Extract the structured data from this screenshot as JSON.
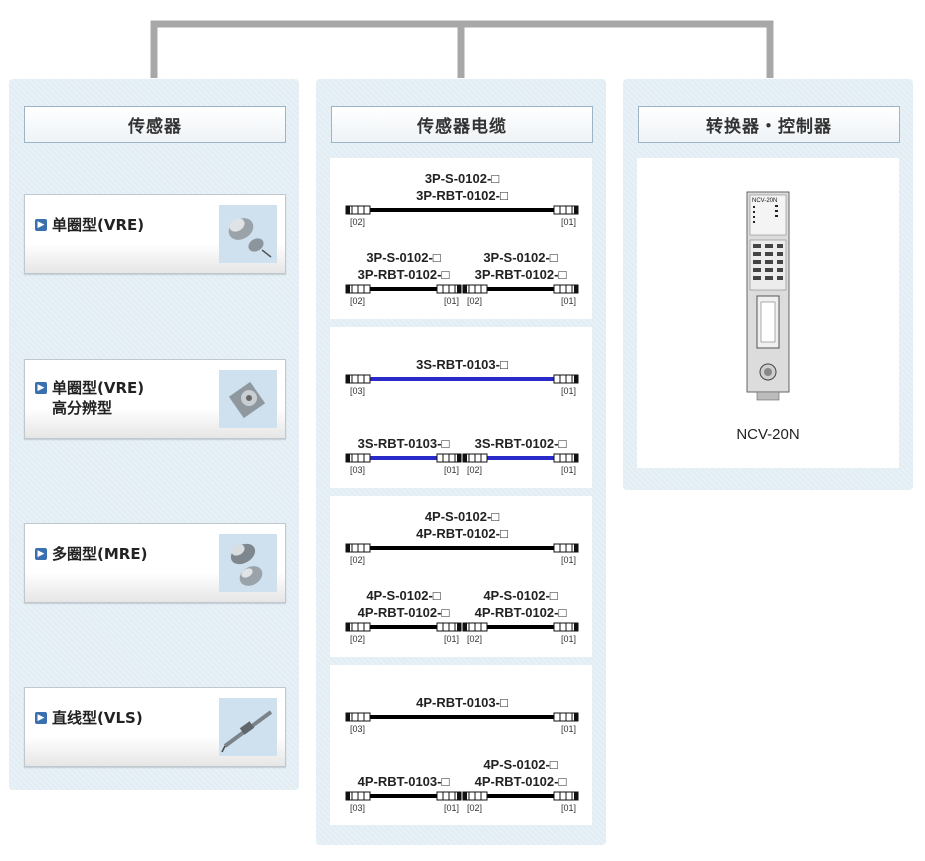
{
  "columns": {
    "sensors": {
      "title": "传感器",
      "items": [
        {
          "label_lines": [
            "单圈型(VRE)"
          ]
        },
        {
          "label_lines": [
            "单圈型(VRE)",
            "高分辨型"
          ]
        },
        {
          "label_lines": [
            "多圈型(MRE)"
          ]
        },
        {
          "label_lines": [
            "直线型(VLS)"
          ]
        }
      ]
    },
    "cables": {
      "title": "传感器电缆",
      "groups": [
        {
          "cable_color": "#000000",
          "single": {
            "labels": [
              "3P-S-0102-□",
              "3P-RBT-0102-□"
            ],
            "left_tag": "[02]",
            "right_tag": "[01]"
          },
          "pair": [
            {
              "labels": [
                "3P-S-0102-□",
                "3P-RBT-0102-□"
              ],
              "left_tag": "[02]",
              "right_tag": "[01]"
            },
            {
              "labels": [
                "3P-S-0102-□",
                "3P-RBT-0102-□"
              ],
              "left_tag": "[02]",
              "right_tag": "[01]"
            }
          ]
        },
        {
          "cable_color": "#2a2ac8",
          "single": {
            "labels": [
              "3S-RBT-0103-□"
            ],
            "left_tag": "[03]",
            "right_tag": "[01]"
          },
          "pair": [
            {
              "labels": [
                "3S-RBT-0103-□"
              ],
              "left_tag": "[03]",
              "right_tag": "[01]"
            },
            {
              "labels": [
                "3S-RBT-0102-□"
              ],
              "left_tag": "[02]",
              "right_tag": "[01]"
            }
          ]
        },
        {
          "cable_color": "#000000",
          "single": {
            "labels": [
              "4P-S-0102-□",
              "4P-RBT-0102-□"
            ],
            "left_tag": "[02]",
            "right_tag": "[01]"
          },
          "pair": [
            {
              "labels": [
                "4P-S-0102-□",
                "4P-RBT-0102-□"
              ],
              "left_tag": "[02]",
              "right_tag": "[01]"
            },
            {
              "labels": [
                "4P-S-0102-□",
                "4P-RBT-0102-□"
              ],
              "left_tag": "[02]",
              "right_tag": "[01]"
            }
          ]
        },
        {
          "cable_color": "#000000",
          "single": {
            "labels": [
              "4P-RBT-0103-□"
            ],
            "left_tag": "[03]",
            "right_tag": "[01]"
          },
          "pair": [
            {
              "labels": [
                "4P-RBT-0103-□"
              ],
              "left_tag": "[03]",
              "right_tag": "[01]"
            },
            {
              "labels": [
                "4P-S-0102-□",
                "4P-RBT-0102-□"
              ],
              "left_tag": "[02]",
              "right_tag": "[01]"
            }
          ]
        }
      ]
    },
    "controllers": {
      "title": "转换器・控制器",
      "device_label": "NCV-20N",
      "device_panel_text": "NCV-20N"
    }
  },
  "colors": {
    "column_bg": "#e2edf4",
    "connector_line": "#a8a8a8",
    "arrow_icon": "#3a6fb0",
    "blue_cable": "#2a2ac8"
  }
}
